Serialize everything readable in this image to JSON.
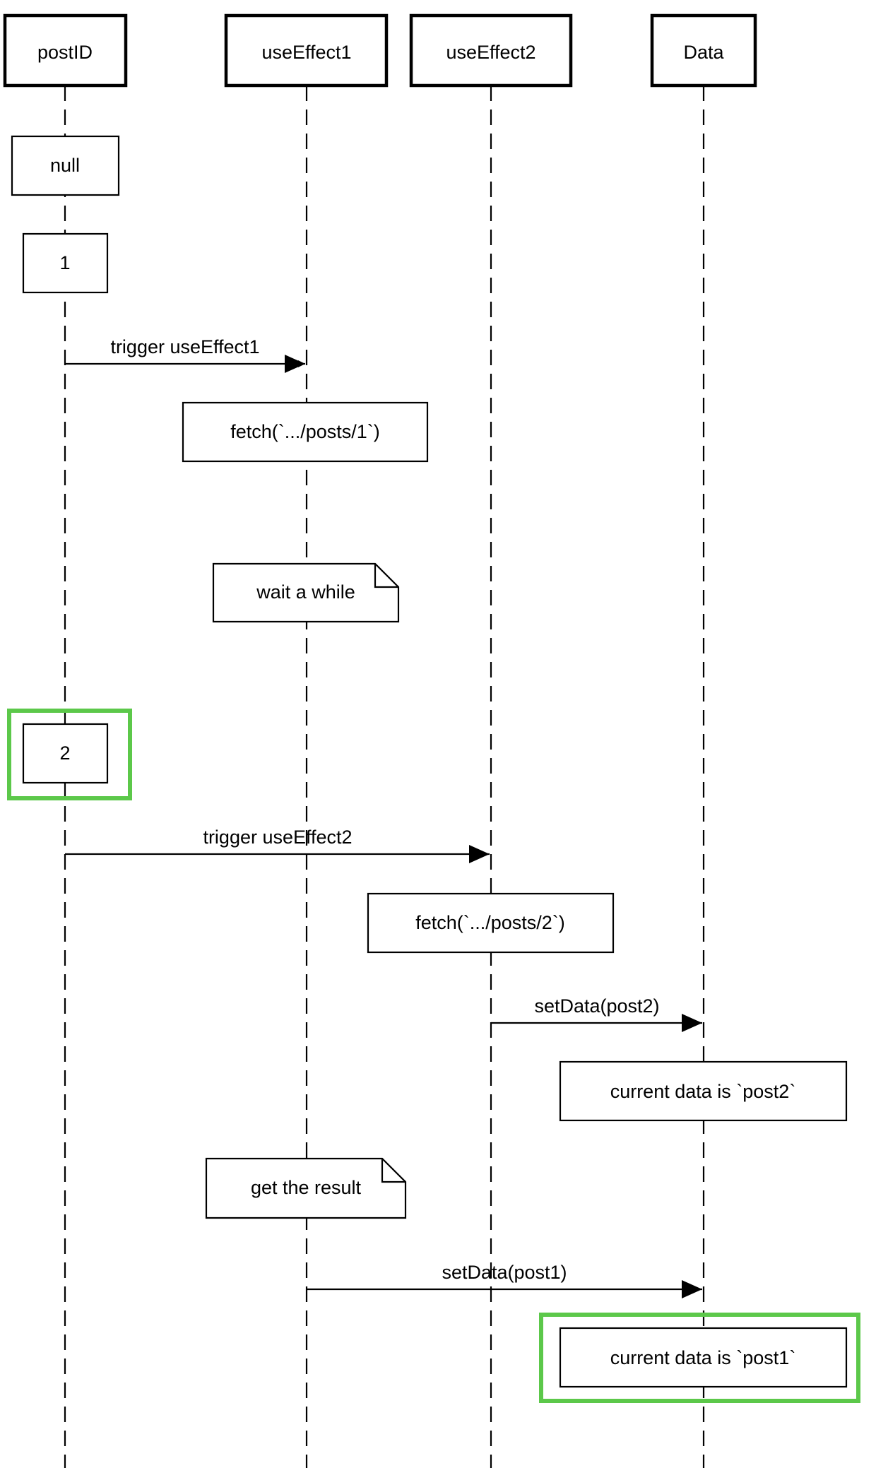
{
  "participants": [
    {
      "name": "postID"
    },
    {
      "name": "useEffect1"
    },
    {
      "name": "useEffect2"
    },
    {
      "name": "Data"
    }
  ],
  "states": [
    {
      "text": "null"
    },
    {
      "text": "1"
    },
    {
      "text": "2",
      "highlighted": true
    },
    {
      "text": "fetch(`.../posts/1`)"
    },
    {
      "text": "fetch(`.../posts/2`)"
    },
    {
      "text": "current data is `post2`"
    },
    {
      "text": "current data is `post1`",
      "highlighted": true
    }
  ],
  "notes": [
    {
      "text": "wait a while"
    },
    {
      "text": "get the result"
    }
  ],
  "messages": [
    {
      "from": "postID",
      "to": "useEffect1",
      "label": "trigger useEffect1"
    },
    {
      "from": "postID",
      "to": "useEffect2",
      "label": "trigger useEffect2"
    },
    {
      "from": "useEffect2",
      "to": "Data",
      "label": "setData(post2)"
    },
    {
      "from": "useEffect1",
      "to": "Data",
      "label": "setData(post1)"
    }
  ],
  "colors": {
    "line": "#000000",
    "highlight": "#5cc84a",
    "background": "#ffffff"
  }
}
